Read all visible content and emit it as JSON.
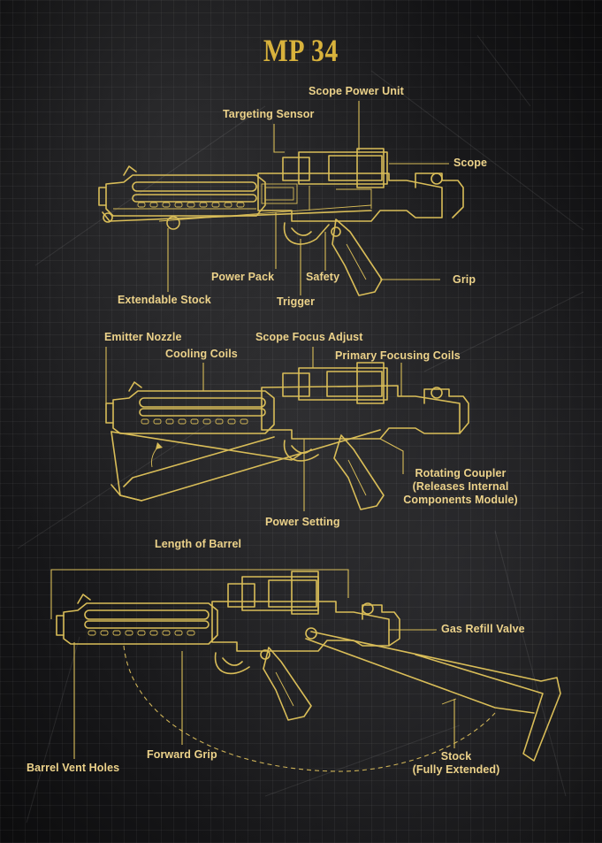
{
  "title": "MP 34",
  "colors": {
    "background": "#1a1a1c",
    "linework": "#d9bd58",
    "label": "#ecd28a",
    "title": "#d8b23c"
  },
  "diagram_1": {
    "labels": {
      "scope_power_unit": "Scope Power Unit",
      "targeting_sensor": "Targeting Sensor",
      "scope": "Scope",
      "power_pack": "Power Pack",
      "safety": "Safety",
      "grip": "Grip",
      "extendable_stock": "Extendable Stock",
      "trigger": "Trigger"
    }
  },
  "diagram_2": {
    "labels": {
      "emitter_nozzle": "Emitter Nozzle",
      "scope_focus_adjust": "Scope Focus Adjust",
      "cooling_coils": "Cooling Coils",
      "primary_focusing_coils": "Primary Focusing Coils",
      "rotating_coupler_1": "Rotating Coupler",
      "rotating_coupler_2": "(Releases Internal",
      "rotating_coupler_3": "Components Module)",
      "power_setting": "Power Setting"
    }
  },
  "diagram_3": {
    "labels": {
      "length_of_barrel": "Length of Barrel",
      "gas_refill_valve": "Gas Refill Valve",
      "barrel_vent_holes": "Barrel Vent Holes",
      "forward_grip": "Forward Grip",
      "stock_1": "Stock",
      "stock_2": "(Fully Extended)"
    }
  }
}
